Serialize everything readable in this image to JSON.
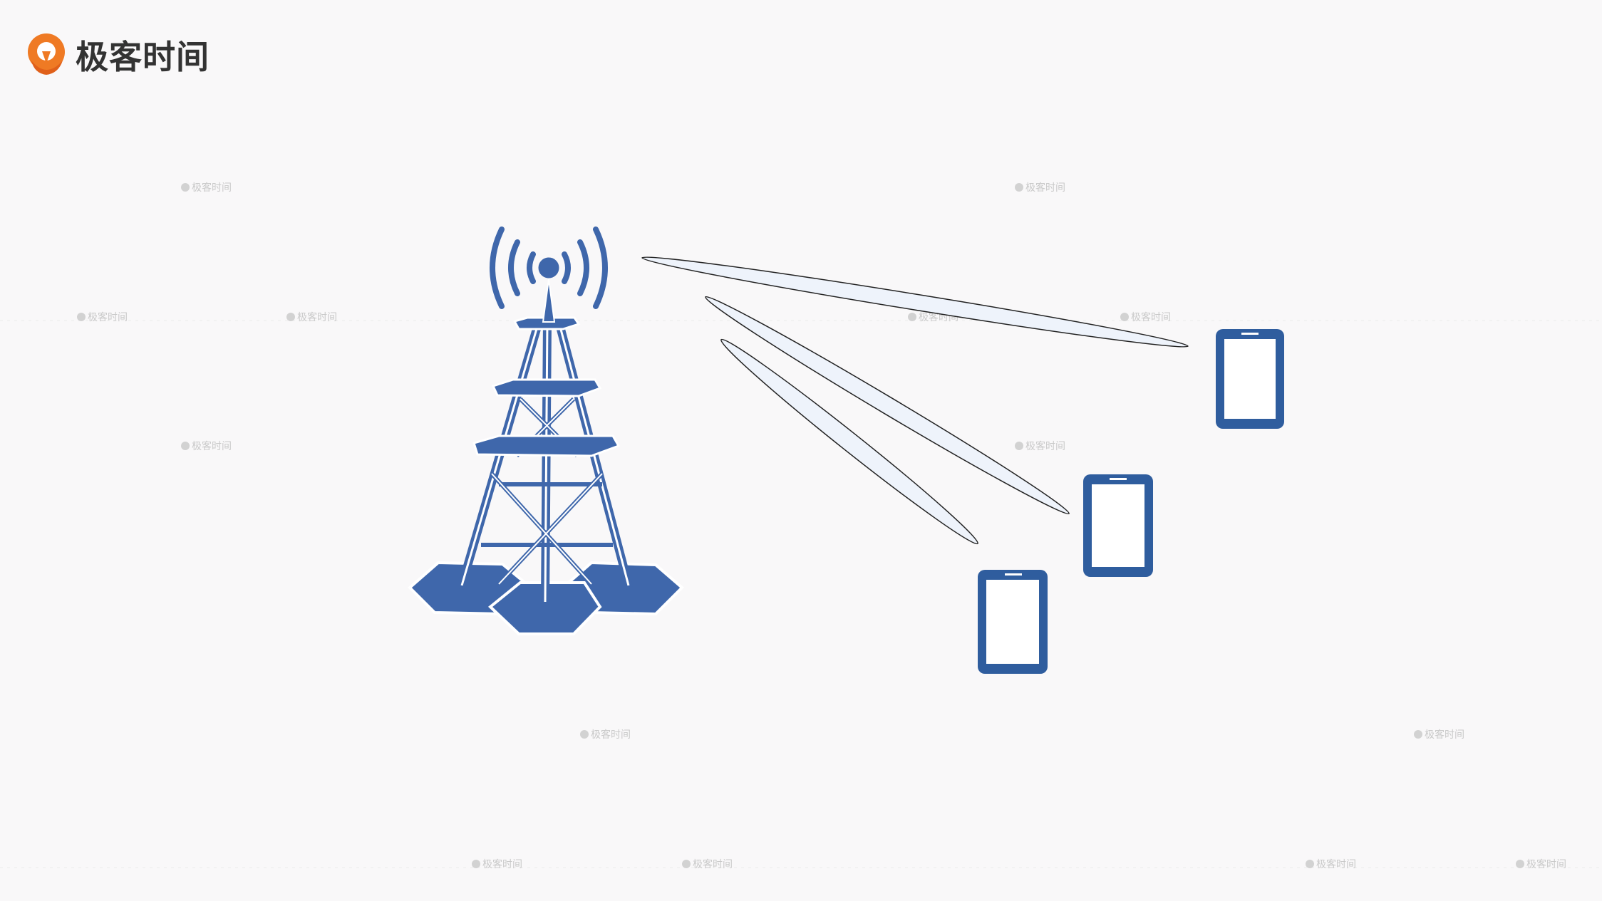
{
  "brand": {
    "name": "极客时间",
    "accent": "#ef7a24"
  },
  "watermark": {
    "text": "极客时间",
    "color": "#c9c9c9"
  },
  "diagram": {
    "tower_color": "#3f67ab",
    "phone_color": "#2f5d9e",
    "beam_fill": "#eef3fb",
    "beam_stroke": "#222222",
    "phones_count": 3,
    "beams_count": 3
  }
}
